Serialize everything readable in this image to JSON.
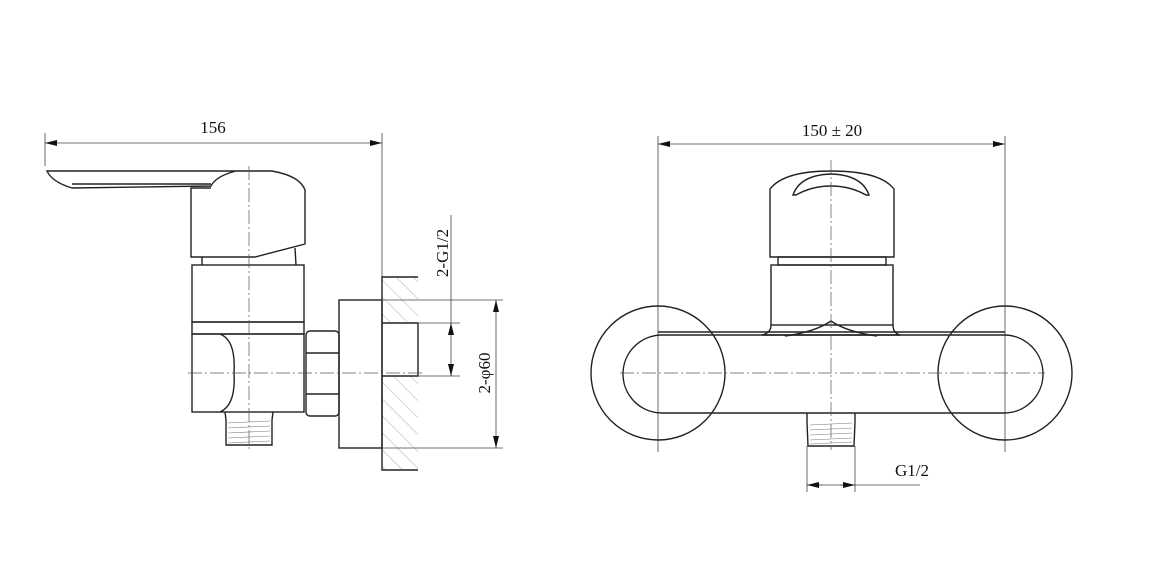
{
  "side_view": {
    "overall_length_label": "156",
    "inlet_thread_label": "2-G1/2",
    "flange_diameter_label": "2-φ60"
  },
  "front_view": {
    "inlet_spacing_label": "150 ± 20",
    "outlet_thread_label": "G1/2"
  },
  "colors": {
    "line": "#222222",
    "background": "#ffffff"
  }
}
